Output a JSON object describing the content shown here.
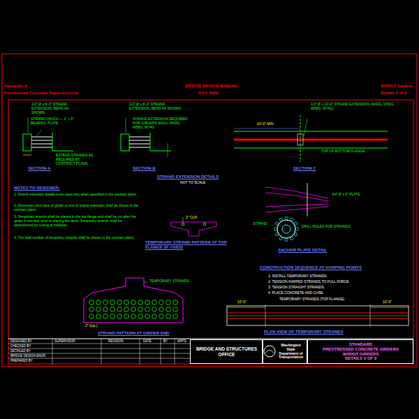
{
  "diagram": {
    "nodes": [
      {
        "text": [
          "BRIDGE AND STRUCTURES OFFICE"
        ]
      },
      {
        "text": [
          "Washington State Department of Transportation"
        ]
      },
      {
        "text": [
          "STANDARD",
          "PRESTRESSED CONCRETE GIRDERS",
          "WSDOT GIRDERS",
          "DETAILS 2 OF 3"
        ]
      }
    ],
    "labels": [
      "Appendix A",
      "Prestressed Concrete Superstructure",
      "BRIDGE DESIGN MANUAL",
      "JULY 2000",
      "WSDOT Girders",
      "Details 2 of 3",
      "1/2\" Ø x 6'-0\" STRAND EXTENSION, BEND AS SHOWN",
      "STRAND CHUCK — 1\" x 5\" BEARING PLATE",
      "EXTEND STRANDS AS REQUIRED BY CONTRACT PLANS",
      "SECTION A",
      "1/2\" Ø x 8'-0\" STRAND EXTENSION, BEND AS SHOWN",
      "STRAND EXTENSION REQUIRED FOR GIRDERS W42G, W50G, W58G, W74G",
      "SECTION B",
      "1/2\" Ø x 10'-0\" STRAND EXTENSION (W42G, W50G, W58G, W74G)",
      "10'-0\" MIN.",
      "TOP OF BOTTOM FLANGE",
      "SECTION C",
      "STRAND EXTENSION DETAILS",
      "NOT TO SCALE",
      "NOTES TO DESIGNER:",
      "1. Strand extension details to be used only when specified in the contract plans.",
      "2. Dimension from face of girder to end of strand extension shall be shown in the contract plans.",
      "3. Temporary strands shall be placed in the top flange and shall be cut after the girder is erected, prior to placing the deck. Temporary strands shall be detensioned by cutting at midspan.",
      "4. The total number of temporary strands shall be shown in the contract plans.",
      "2\" CLR.",
      "TEMPORARY STRAND PATTERN AT TOP FLANGE (IF USED)",
      "3/4\" Ø x 6\" PLATE",
      "DRILL HOLES FOR STRANDS",
      "STRAND",
      "ANCHOR PLATE DETAIL",
      "CONSTRUCTION SEQUENCE AT HARPING POINTS",
      "1. INSTALL TEMPORARY STRANDS.",
      "2. TENSION HARPED STRANDS TO FULL FORCE.",
      "3. TENSION STRAIGHT STRANDS.",
      "4. PLACE CONCRETE AND CURE.",
      "TEMPORARY STRANDS",
      "2\" (typ.)",
      "STRAND PATTERN AT GIRDER END",
      "TEMPORARY STRANDS (TOP FLANGE)",
      "10'-0\"",
      "10'-0\"",
      "PLAN VIEW OF TEMPORARY STRANDS",
      "DESIGNED BY",
      "CHECKED BY",
      "DETAILED BY",
      "BRIDGE DESIGN ENGR.",
      "PREPARED BY",
      "SUPERVISOR",
      "REVISION",
      "DATE",
      "BY",
      "APP'D"
    ]
  }
}
